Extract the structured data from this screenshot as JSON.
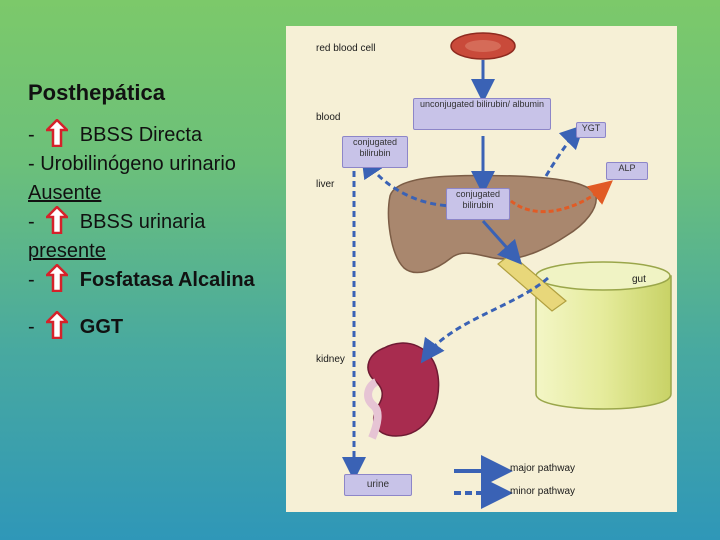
{
  "slide": {
    "title": "Posthepática",
    "bullets": [
      {
        "prefix": "-",
        "text": "BBSS Directa"
      },
      {
        "prefix": "- Urobilinógeno urinario"
      },
      {
        "text": "Ausente"
      },
      {
        "prefix": "-",
        "text": "BBSS urinaria"
      },
      {
        "text": "presente"
      },
      {
        "prefix": "-",
        "text": "Fosfatasa Alcalina"
      },
      {
        "prefix": "-",
        "text": "GGT"
      }
    ]
  },
  "diagram": {
    "labels": {
      "red_blood_cell": "red blood cell",
      "blood": "blood",
      "liver": "liver",
      "gut": "gut",
      "kidney": "kidney"
    },
    "boxes": {
      "unconjugated": "unconjugated bilirubin/ albumin",
      "conjugated_blood": "conjugated bilirubin",
      "conjugated_liver": "conjugated bilirubin",
      "ygt": "YGT",
      "alp": "ALP",
      "urine": "urine"
    },
    "legend": {
      "major": "major pathway",
      "minor": "minor pathway"
    },
    "colors": {
      "arrow_up": "#d6212a",
      "pathway": "#3a62b5",
      "organ_liver": "#a9876e",
      "gut": "#e5eb9b",
      "kidney": "#a82c4f"
    }
  }
}
